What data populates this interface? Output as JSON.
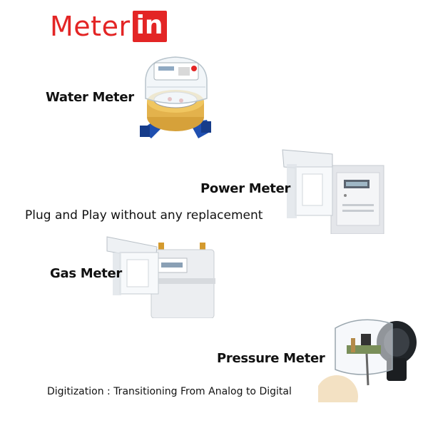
{
  "logo": {
    "text": "Meter",
    "box_text": "in"
  },
  "meters": [
    {
      "label": "Water Meter",
      "icon": "water-meter-icon"
    },
    {
      "label": "Power Meter",
      "icon": "power-meter-icon"
    },
    {
      "label": "Gas Meter",
      "icon": "gas-meter-icon"
    },
    {
      "label": "Pressure Meter",
      "icon": "pressure-meter-icon"
    }
  ],
  "tagline": "Plug and Play without any replacement",
  "caption": "Digitization : Transitioning From Analog to Digital",
  "colors": {
    "brand_red": "#e32525",
    "meter_blue": "#1f4fb0",
    "brass": "#d6a13a"
  }
}
